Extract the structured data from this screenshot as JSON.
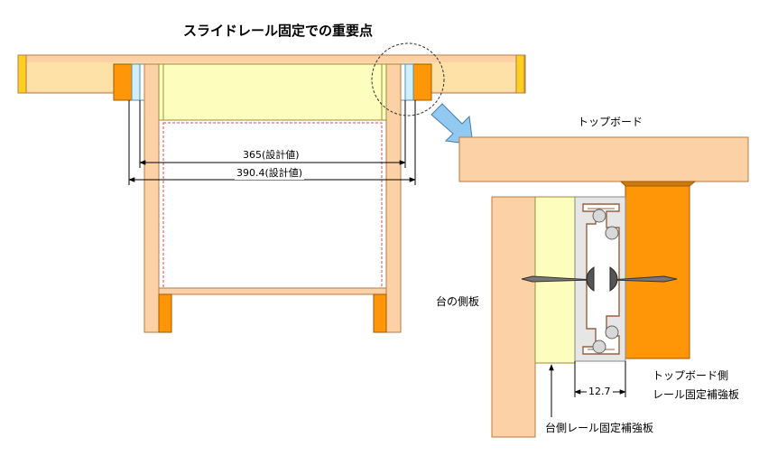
{
  "title": "スライドレール固定での重要点",
  "dimensions": {
    "inner_width": "365(設計値)",
    "outer_width": "390.4(設計値)",
    "gap": "12.7"
  },
  "labels": {
    "top_board": "トップボード",
    "stand_side_board": "台の側板",
    "top_board_side_reinforcement_line1": "トップボード側",
    "top_board_side_reinforcement_line2": "レール固定補強板",
    "stand_side_reinforcement": "台側レール固定補強板"
  },
  "colors": {
    "wood_light": "#fdd1a6",
    "wood_edge": "#b87a46",
    "reinforcement_yellow": "#fdfdbd",
    "block_orange": "#ff9608",
    "rail_metal": "#e6e6e6",
    "rail_blue": "#cfeffb",
    "arrow_blue": "#92c9f1",
    "dashed_red": "#e04a4a"
  },
  "icons": {
    "screw": "screw-icon",
    "ball_bearing": "ball-bearing-icon",
    "pointer_arrow": "pointer-arrow-icon"
  }
}
